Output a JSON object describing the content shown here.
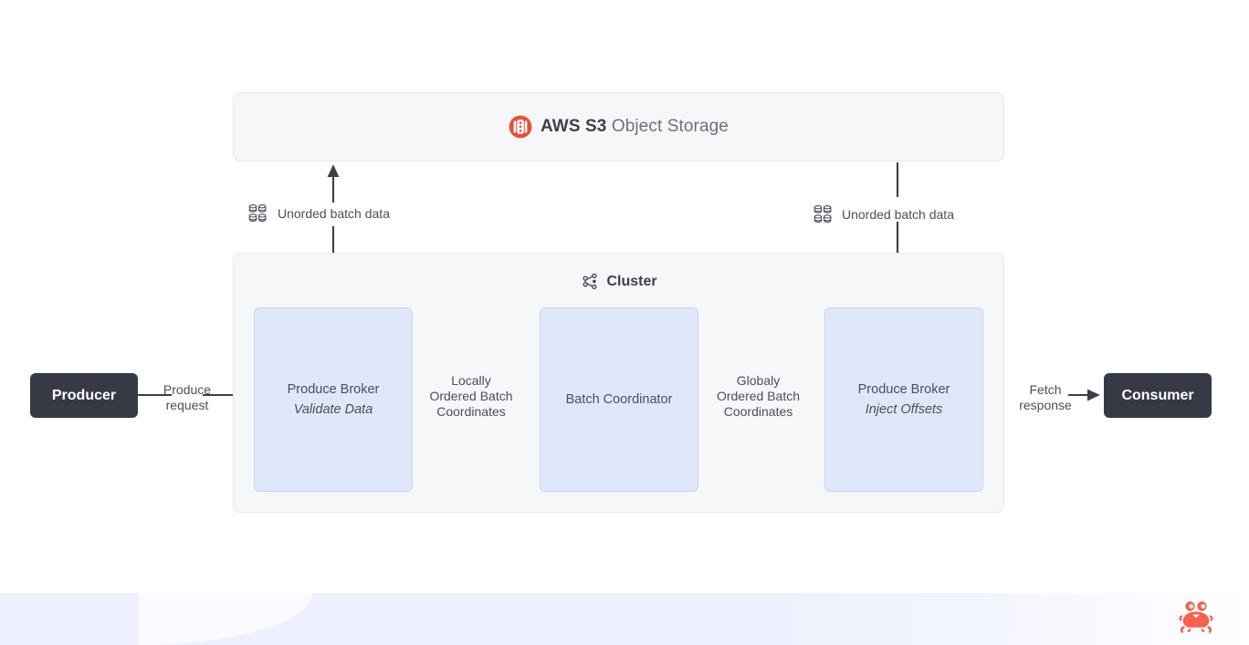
{
  "diagram": {
    "title": "AWS S3 Object Storage streaming cluster data flow",
    "colors": {
      "panel_bg": "#f6f7f9",
      "panel_border": "#e6e8ec",
      "node_bg": "#e1e7fb",
      "node_border": "#c9d4f5",
      "endpoint_bg": "#373a45",
      "text": "#4a4f5c",
      "aws_orange": "#e8503a",
      "crab_red": "#f8604f",
      "band": "#eef1fd",
      "wire": "#3b3f4a"
    }
  },
  "storage": {
    "icon": "aws-s3-icon",
    "brand": "AWS S3",
    "suffix": " Object Storage"
  },
  "cluster": {
    "icon": "network-nodes-icon",
    "label": "Cluster",
    "nodes": [
      {
        "id": "produce-broker-validate",
        "title": "Produce Broker",
        "subtitle": "Validate Data"
      },
      {
        "id": "batch-coordinator",
        "title": "Batch Coordinator",
        "subtitle": ""
      },
      {
        "id": "produce-broker-inject",
        "title": "Produce Broker",
        "subtitle": "Inject Offsets"
      }
    ]
  },
  "endpoints": {
    "producer": "Producer",
    "consumer": "Consumer"
  },
  "edges": {
    "produce_request": "Produce\nrequest",
    "locally_ordered": "Locally\nOrdered Batch\nCoordinates",
    "globaly_ordered": "Globaly\nOrdered Batch\nCoordinates",
    "fetch_response": "Fetch\nresponse",
    "unordered_left": "Unorded batch data",
    "unordered_right": "Unorded batch data",
    "storage_icon_left": "database-grid-icon",
    "storage_icon_right": "database-grid-icon"
  },
  "footer": {
    "logo": "crab-logo"
  }
}
